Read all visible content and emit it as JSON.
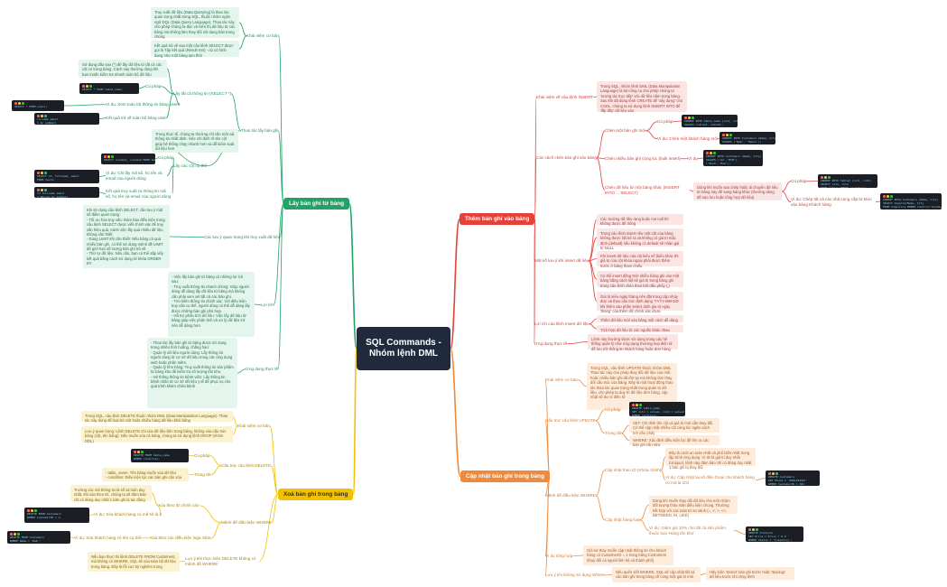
{
  "root": {
    "title": "SQL Commands -\nNhóm lệnh DML"
  },
  "branches": {
    "select": "Lấy bản ghi từ bảng",
    "insert": "Thêm bản ghi vào bảng",
    "delete": "Xoá bản ghi trong bảng",
    "update": "Cập nhật bản ghi trong bảng"
  },
  "select": {
    "concept_label": "Khái niệm cơ bản",
    "concept_note1": "Truy xuất dữ liệu (Data Querying) là thao tác quan trọng nhất trong SQL, thuộc nhóm ngôn ngữ DQL (Data Query Language). Thao tác này cho phép chúng ta đọc và hiển thị dữ liệu từ các bảng mà không làm thay đổi nội dung bản trong chúng",
    "concept_note2": "Kết quả trả về sau một câu lệnh SELECT được gọi là Tập kết quả (Result Set) - nó có hình dạng như một bảng tạm thời",
    "all_label": "Lấy tất cả thông tin (SELECT *)",
    "all_note": "Sử dụng dấu sao (*) để lấy dữ liệu từ tất cả các cột có trong bảng. Cách này thường dùng khi bạn muốn kiểm tra nhanh toàn bộ dữ liệu",
    "all_syntax_label": "Cú pháp",
    "all_example_label": "Ví dụ: Xem toàn bộ thông tin bảng users",
    "all_result_label": "Kết quả trả về toàn bộ bảng user",
    "cols_label": "Lấy các cột cụ thể",
    "cols_note": "Trong thực tế, chúng ta thường chỉ cần một vài thông tin nhất định. Việc chỉ định rõ tên cột giúp hệ thống chạy nhanh hơn và dễ kiểm soát dữ liệu hơn",
    "cols_syntax_label": "Cú pháp",
    "cols_example_label": "Ví dụ: Chỉ lấy mã số, họ tên và email của người dùng",
    "cols_result_label": "Kết quả truy xuất ra thông tin mã số, họ tên và email của người dùng",
    "ops_label": "Thao tác lấy bản ghi",
    "notes_label": "Các lưu ý quan trọng khi truy xuất dữ liệu",
    "notes_text": "Khi sử dụng câu lệnh SELECT, cần lưu ý một số điểm quan trọng:\n- Tối ưu hóa truy vấn: Đảm bảo điều kiện trong câu lệnh SELECT được viết chính xác để truy vấn hiệu quả, tránh việc lấy quá nhiều dữ liệu không cần thiết.\n- Dùng LIMIT khi cần thiết: Nếu bảng có quá nhiều bản ghi, có thể sử dụng mệnh đề LIMIT để giới hạn số lượng bản ghi trả về.\n- Thứ tự dữ liệu: Nếu cần, bạn có thể sắp xếp kết quả bằng cách sử dụng từ khóa ORDER BY",
    "benefit_label": "Lợi ích",
    "benefit_text": "- Việc lấy bản ghi từ bảng có những lợi ích sau:\n- Truy xuất thông tin nhanh chóng: Giúp người dùng dễ dàng lấy dữ liệu từ bảng mà không cần phải xem xét tất cả các bản ghi.\n- Tìm kiếm thông tin chính xác: Với điều kiện truy vấn cụ thể, người dùng có thể dễ dàng lấy được những bản ghi phù hợp.\n- Hỗ trợ phân tích dữ liệu: Việc lấy dữ liệu từ bảng giúp việc phân tích và xử lý dữ liệu trở nên dễ dàng hơn",
    "app_label": "Ứng dụng thực tế",
    "app_text": "- Thao tác lấy bản ghi từ bảng được sử dụng trong nhiều tình huống, chẳng hạn:\n- Quản lý dữ liệu người dùng: Lấy thông tin người dùng từ cơ sở dữ liệu trong các ứng dụng web hoặc phần mềm.\n- Quản lý kho hàng: Truy xuất thông tin sản phẩm từ bảng kho để kiểm tra số lượng tồn kho.\n- Hệ thống thông tin bệnh viện: Lấy thông tin bệnh nhân từ cơ sở dữ liệu y tế để phục vụ cho quá trình khám chữa bệnh",
    "code_all_syntax": [
      "SELECT * FROM table_name;"
    ],
    "code_all_example": [
      "SELECT * FROM users;"
    ],
    "code_all_result": [
      "id  name      email",
      "1   An        an@mail",
      "2   Binh      binh@mail"
    ],
    "code_cols_syntax": [
      "SELECT column1, column2 FROM table_name;"
    ],
    "code_cols_example": [
      "SELECT id, fullname, email",
      "FROM users;"
    ],
    "code_cols_result": [
      "id  fullname   email",
      "1   Nguyen An  an@mail"
    ]
  },
  "insert": {
    "concept_label": "Khái niệm về câu lệnh INSERT",
    "concept_note": "Trong SQL, nhóm lệnh DML (Data Manipulation Language) là bộ công cụ cho phép chúng ta 'tương tác trực tiếp' với dữ liệu nằm trong bảng. Sau khi đã dùng lệnh CREATE để 'xây dựng' cho CSDL, chúng ta sử dụng lệnh INSERT INTO để 'lấp đầy' dữ liệu vào",
    "ways_label": "Các cách chèn bản ghi vào bảng",
    "one_label": "Chèn một bản ghi mới",
    "one_syntax_label": "Cú pháp",
    "one_example_label": "Ví dụ: Chèn một khách hàng mới",
    "multi_label": "Chèn nhiều bản ghi cùng lúc (bulk insert)",
    "multi_example_label": "Ví dụ",
    "sub_label": "Chèn dữ liệu từ một bảng khác (INSERT INTO ... SELECT)",
    "sub_note": "Dùng khi muốn sao chép hoặc di chuyển dữ liệu từ bảng này để sang bảng khác (thường dùng để sao lưu hoặc tổng hợp dữ liệu)",
    "sub_syntax_label": "Cú pháp",
    "sub_example_label": "Ví dụ: Chép tất cả các nhà cung cấp từ Đức vào bảng Khách hàng",
    "notes_label": "Một số lưu ý khi insert dữ liệu",
    "note1": "Các trường dữ liệu ràng buộc not null thì không được để trống",
    "note2": "Trong câu lệnh insert nếu một cột của bảng không được liệt kê ra và không có giá trị mặc định (default) nếu không có default sẽ nhận giá trị NULL",
    "note3": "Khi insert dữ liệu của cột kiểu số (kiểu khác thì giá trị của cột khóa ngoại phải được thêm trước ở bảng tham chiếu",
    "note4": "Có thể insert đồng thời nhiều bảng ghi vào một bảng bằng cách liệt kê giá trị trong bảng ghi trong câu lệnh chèn theo bởi dấu phẩy (,)",
    "note5": "Giá trị kiểu ngày tháng nên đặt trong cặp nháy đơn và theo cấu trúc định dạng 'YYYY-MM-DD' khi thêm vào phần select dịnh gía trị ngày 'thàng' của thêm dữ chính xác chưa",
    "benefit_label": "Lợi ích của lệnh Insert dữ liệu",
    "benefit1": "Thêm dữ liệu mới vào bảng một cách dễ dàng",
    "benefit2": "Tích hợp dữ liệu từ các nguồn khác nhau",
    "app_label": "Ứng dụng thực tế",
    "app_note": "Lệnh này thường được sử dụng trong các hệ thống quản lý như ứng dụng thương mại điện tử để lưu trữ thông tin khách hàng hoặc đơn hàng",
    "code_one_syntax": [
      "INSERT INTO table_name (col1, col2)",
      "VALUES (value1, value2);"
    ],
    "code_one_example": [
      "INSERT INTO Customers (Name, City)",
      "VALUES ('Nam', 'Hanoi');"
    ],
    "code_multi_example": [
      "INSERT INTO Customers (Name, City)",
      "VALUES ('An','HCM'),",
      "('Binh','Hue');"
    ],
    "code_sub_syntax": [
      "INSERT INTO table2 (col1, col2)",
      "SELECT col1, col2",
      "FROM table1 WHERE condition;"
    ],
    "code_sub_example": [
      "INSERT INTO Customers (Name, City)",
      "SELECT SupplierName, City",
      "FROM Suppliers WHERE Country='Germany';"
    ]
  },
  "delete": {
    "concept_label": "Khái niệm cơ bản",
    "concept_note1": "Trong SQL, câu lệnh DELETE thuộc nhóm DML (Data Manipulation Language). Thao tác này dùng để loại bỏ một hoặc nhiều hàng dữ liệu khỏi bảng",
    "concept_note2": "Lưu ý quan trọng: Lệnh DELETE chỉ xóa dữ liệu bên trong bảng, không xóa cấu trúc bảng (cột, tên bảng). Nếu muốn xóa cả bảng, chúng ta sử dụng lệnh DROP (nhóm DDL)",
    "struct_label": "Cấu trúc câu lệnh DELETE",
    "struct_syntax_label": "Cú pháp",
    "struct_in_label": "Trong đó",
    "struct_in_note": "- table_name: Tên bảng muốn xóa dữ liệu\n- condition: Điều kiện lọc các bản ghi cần xóa",
    "where_label": "Mệnh đề điều kiện WHERE",
    "where_one_label": "Xóa theo ID chính xác",
    "where_one_note": "Trường các mã thông tin là số và luôn duy nhất, khi xóa theo ID, chúng ta sẽ đảm bảo chỉ có đúng duy nhất 1 bản ghi bị tác động",
    "where_one_example_label": "Ví dụ: Xóa khách hàng có mã số là 1",
    "where_many_label": "Xóa theo các điều kiện logic khác",
    "where_many_example_label": "Ví dụ: Xóa khách hàng có tên cụ thể",
    "caution_label": "Lưu ý khi thực hiện DELETE không có mệnh đề WHERE",
    "caution_note": "Nếu bạn thực thi lệnh DELETE FROM Customers; mà không có WHERE, SQL sẽ xóa toàn bộ dữ liệu trong bảng. Đây là lỗi cực kỳ nghiêm trọng",
    "code_struct_syntax": [
      "DELETE FROM table_name",
      "WHERE condition;"
    ],
    "code_where_one_example": [
      "DELETE FROM Customers",
      "WHERE CustomerID = 1;"
    ],
    "code_where_many_example": [
      "DELETE FROM Customers",
      "WHERE Name = 'Nam';"
    ]
  },
  "update": {
    "concept_label": "Khái niệm cơ bản",
    "concept_note": "Trong SQL, câu lệnh UPDATE thuộc nhóm DML. Thao tác này cho phép thay đổi dữ liệu của một hoặc nhiều bản ghi đã tồn tại mà không làm thay đổi cấu trúc của bảng. Đây là một hoạt động thao tác thao tác quan trọng nhất trong quản trị dữ liệu, cho phép ta duy trì dữ liệu đơn hàng, cập nhật số dư ví điện tử",
    "struct_label": "Cấu trúc câu lệnh UPDATE",
    "struct_syntax_label": "Cú pháp",
    "struct_in_label": "Trong đó",
    "struct_in_note1": "SET: Chỉ định tên cột và giá trị mới cần thay đổi. Có thể cập nhật nhiều cột cùng lúc ngăn cách bởi dấu phẩy",
    "struct_in_note2": "WHERE: Xác định điều kiện lọc để tìm ra các bản ghi cần sửa",
    "where_label": "Mệnh đề điều kiện WHERE",
    "where_id_label": "Cập nhật theo ID (Khóa chính)",
    "where_id_note": "Đây là cách an toàn nhất và phổ biến nhất trong lập trình ứng dụng. Vì ID là giá trị duy nhất (Unique), lệnh này đảm bảo chỉ có đúng duy nhất 1 bản ghi bị thay đổi",
    "where_id_example_label": "Ví dụ: Cập nhật lại số điện thoại cho khách hàng có mã là 101",
    "where_group_label": "Cập nhật hàng loạt",
    "where_group_note": "Dùng khi muốn thay đổi dữ liệu cho một nhóm đối tượng thỏa mãn điều kiện chung. Thường kết hợp với các toán tử so sánh (=, <, >, <>, BETWEEN, IN, LIKE)",
    "where_group_example_label": "Ví dụ: Giảm giá 10% cho tất cả sản phẩm thuộc loại 'Hàng tồn kho'",
    "calc_label": "Ví dụ tổng hợp",
    "calc_note": "Giả sử thay muốn cập nhật thông tin cho khách hàng có CustomerID = 1 trong bảng Customers (thay đổi cả người liên hệ và thành phố)",
    "caution_label": "Lưu ý khi không sử dụng Where",
    "caution_note1": "Nếu quên viết WHERE, SQL sẽ cập nhật tất cả các bản ghi trong bảng về cùng một giá trị mới",
    "caution_note2": "Hãy luôn 'Select' bản ghi trước hoặc 'Backup' dữ liệu trước khi chạy lệnh",
    "code_struct_syntax": [
      "UPDATE table_name",
      "SET col1 = value1, col2 = value2",
      "WHERE condition;"
    ],
    "code_where_id_example": [
      "UPDATE Customers",
      "SET Phone = '0901234567'",
      "WHERE CustomerID = 101;"
    ],
    "code_where_group_example": [
      "UPDATE Products",
      "SET Price = Price * 0.9",
      "WHERE Status = 'Inventory';"
    ]
  },
  "colors": {
    "root": "#1f2a3c",
    "select": "#21a366",
    "insert": "#e5413b",
    "update": "#f08a3a",
    "delete": "#f3c100",
    "code_bg": "#1b1e24"
  }
}
